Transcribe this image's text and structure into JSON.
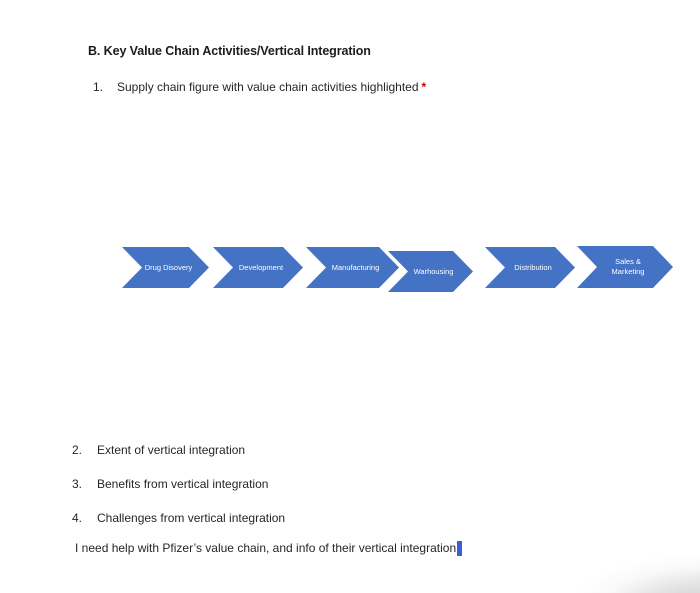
{
  "document": {
    "heading": "B. Key Value Chain Activities/Vertical Integration",
    "list_items": [
      {
        "number": "1.",
        "text": "Supply chain figure with value chain activities highlighted",
        "required_marker": "*"
      },
      {
        "number": "2.",
        "text": "Extent of vertical integration"
      },
      {
        "number": "3.",
        "text": "Benefits from vertical integration"
      },
      {
        "number": "4.",
        "text": "Challenges from vertical integration"
      }
    ],
    "typed_line": "I need help with Pfizer’s value chain, and info of their vertical integration"
  },
  "figure": {
    "type": "chevron-process-diagram",
    "chevrons": [
      {
        "label": "Drug Disovery"
      },
      {
        "label": "Development"
      },
      {
        "label": "Manufacturing"
      },
      {
        "label": "Warhousing"
      },
      {
        "label": "Distribution"
      },
      {
        "label": "Sales & Marketing"
      }
    ],
    "fill_color": "#4472C4",
    "label_color": "#FFFFFF"
  },
  "colors": {
    "required_marker": "#C00000",
    "caret": "#3D5CD7",
    "body_text": "#262626"
  }
}
